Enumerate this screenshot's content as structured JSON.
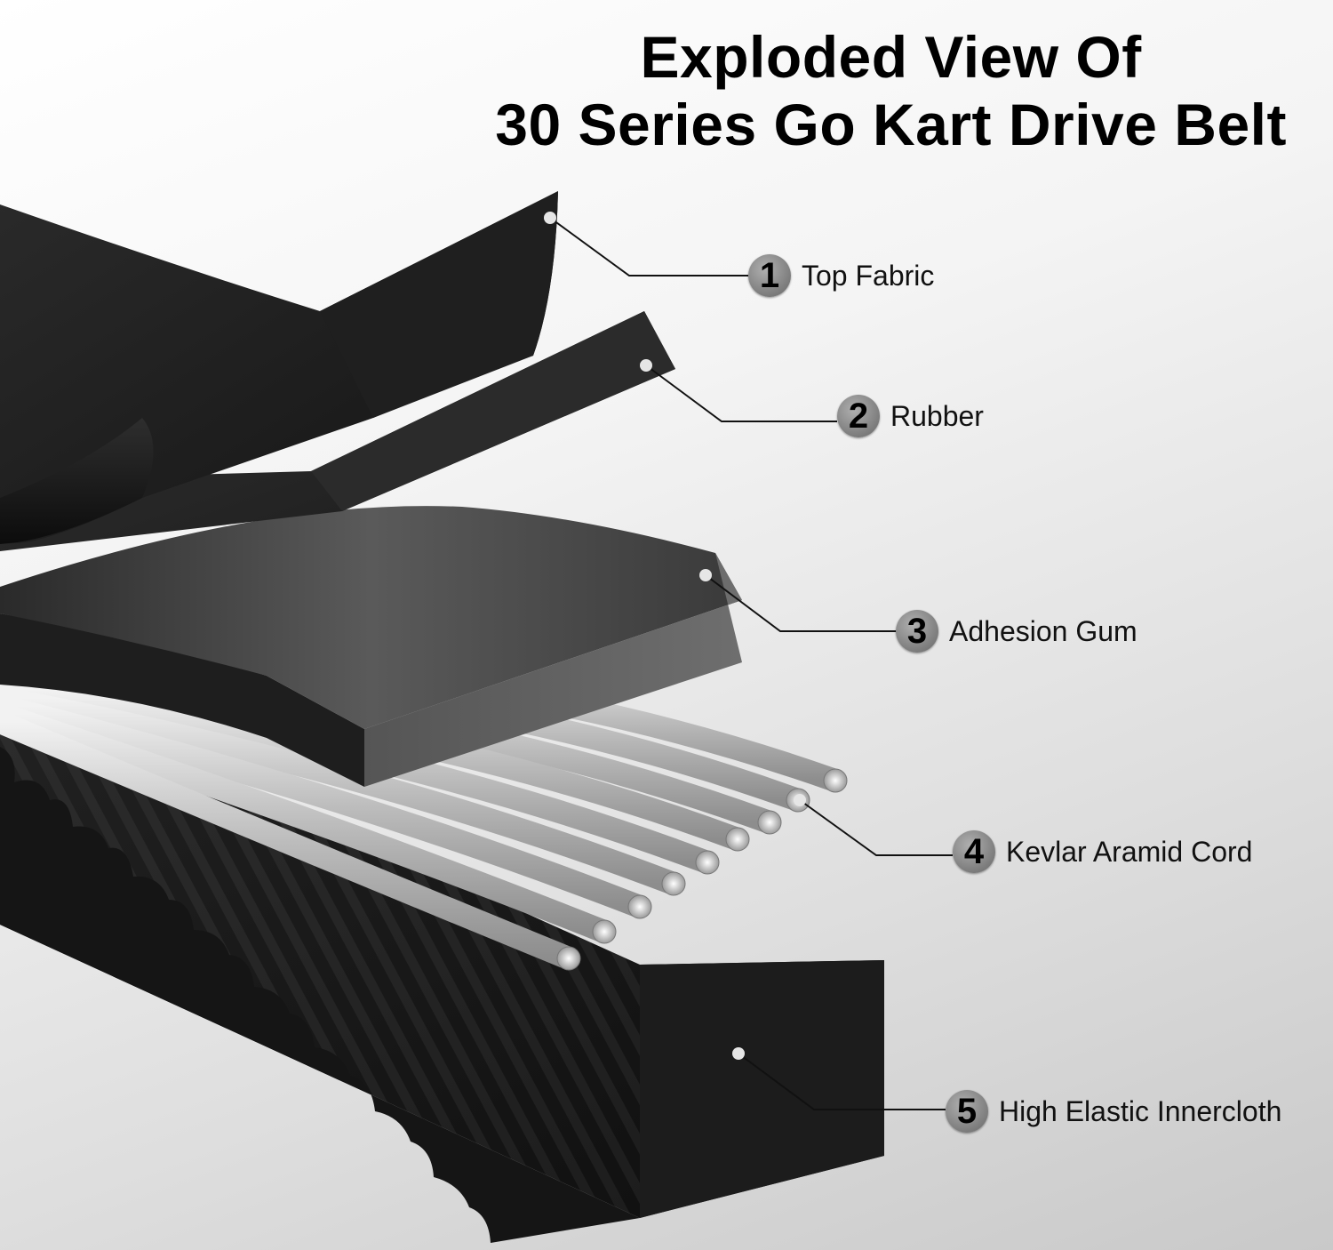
{
  "title": {
    "line1": "Exploded View Of",
    "line2": "30 Series Go Kart Drive Belt"
  },
  "layers": [
    {
      "number": "1",
      "label": "Top Fabric"
    },
    {
      "number": "2",
      "label": "Rubber"
    },
    {
      "number": "3",
      "label": "Adhesion Gum"
    },
    {
      "number": "4",
      "label": "Kevlar Aramid Cord"
    },
    {
      "number": "5",
      "label": "High Elastic Innercloth"
    }
  ],
  "colors": {
    "belt_dark": "#1b1b1b",
    "badge_grey": "#8a8a8a",
    "cord_silver": "#d4d4d4",
    "leader_line": "#111111"
  }
}
